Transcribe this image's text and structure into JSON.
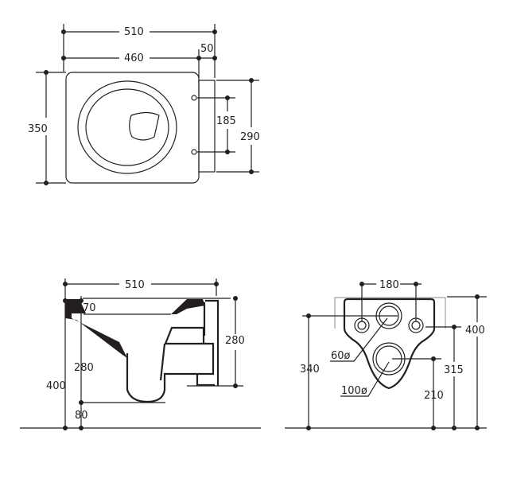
{
  "top_view": {
    "overall_length": "510",
    "bowl_length": "460",
    "plate_depth": "50",
    "width": "350",
    "fixing_spacing": "185",
    "plate_height": "290"
  },
  "side_view": {
    "overall_length": "510",
    "rim_offset": "70",
    "outlet_height": "280",
    "body_height": "280",
    "rim_height": "400",
    "outlet_offset": "80"
  },
  "front_view": {
    "fixing_spacing": "180",
    "inlet_diameter": "60ø",
    "outlet_diameter": "100ø",
    "inlet_height": "340",
    "rim_height": "400",
    "fixing_height": "315",
    "outlet_height": "210"
  },
  "colors": {
    "line": "#231f20"
  }
}
